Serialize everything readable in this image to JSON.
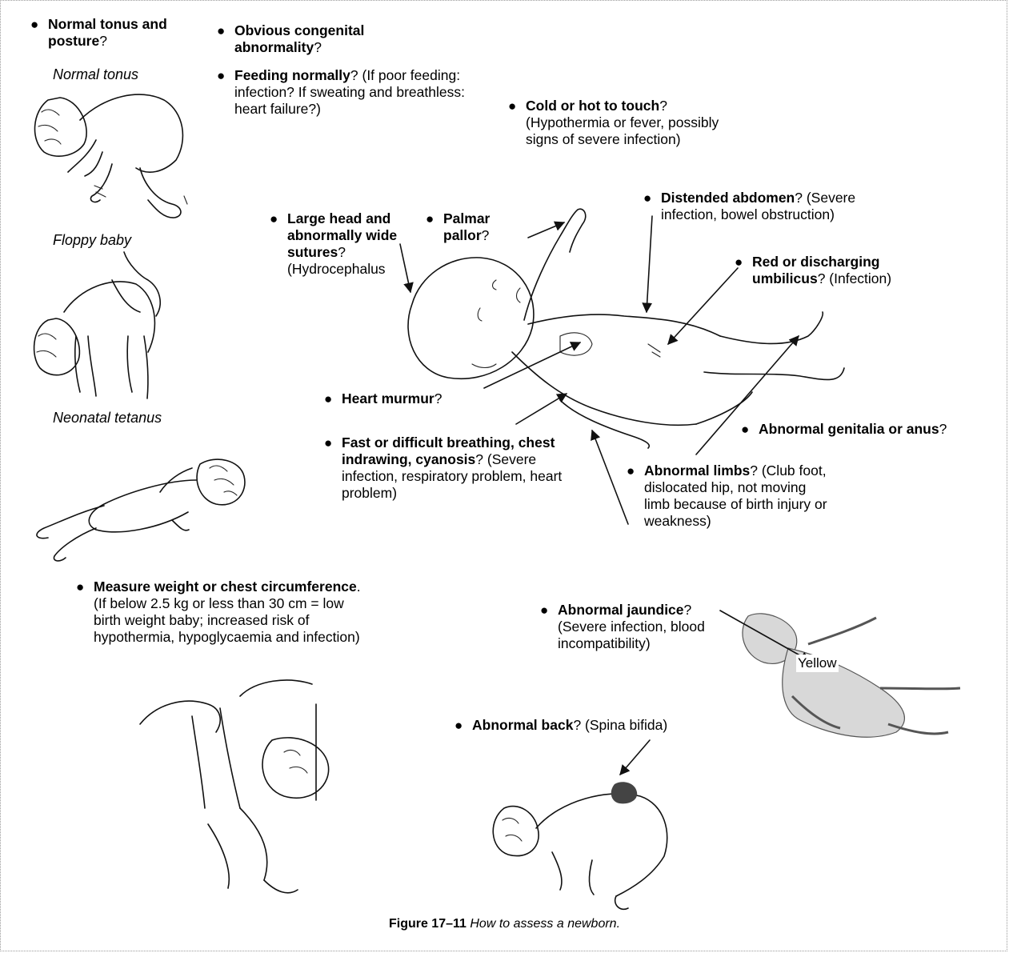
{
  "labels": [
    {
      "bold": "Normal tonus and posture",
      "rest": "?"
    },
    {
      "bold": "Obvious congenital abnormality",
      "rest": "?"
    },
    {
      "bold": "Feeding normally",
      "rest": "? (If poor feeding: infection? If sweating and breathless: heart failure?)"
    },
    {
      "bold": "Cold or hot to touch",
      "rest": "? (Hypothermia or fever, possibly signs of severe infection)"
    },
    {
      "bold": "Distended abdomen",
      "rest": "? (Severe infection, bowel obstruction)"
    },
    {
      "bold": "Large head and abnormally wide sutures",
      "rest": "? (Hydrocephalus"
    },
    {
      "bold": "Palmar pallor",
      "rest": "?"
    },
    {
      "bold": "Red or discharging umbilicus",
      "rest": "? (Infection)"
    },
    {
      "bold": "Heart murmur",
      "rest": "?"
    },
    {
      "bold": "Fast or difficult breathing, chest indrawing, cyanosis",
      "rest": "? (Severe infection, respiratory problem, heart problem)"
    },
    {
      "bold": "Abnormal genitalia or anus",
      "rest": "?"
    },
    {
      "bold": "Abnormal limbs",
      "rest": "? (Club foot, dislocated hip, not moving limb because of birth injury or weakness)"
    },
    {
      "bold": "Measure weight or chest circumference",
      "rest": ". (If below 2.5 kg or less than 30 cm = low birth weight baby; increased risk of hypothermia, hypoglycaemia and infection)"
    },
    {
      "bold": "Abnormal jaundice",
      "rest": "? (Severe infection, blood incompatibility)"
    },
    {
      "bold": "Abnormal back",
      "rest": "? (Spina bifida)"
    }
  ],
  "captions": {
    "normal_tonus": "Normal tonus",
    "floppy_baby": "Floppy baby",
    "neonatal_tetanus": "Neonatal tetanus",
    "yellow": "Yellow"
  },
  "figure": {
    "number": "Figure 17–11",
    "title": "How to assess a newborn."
  }
}
